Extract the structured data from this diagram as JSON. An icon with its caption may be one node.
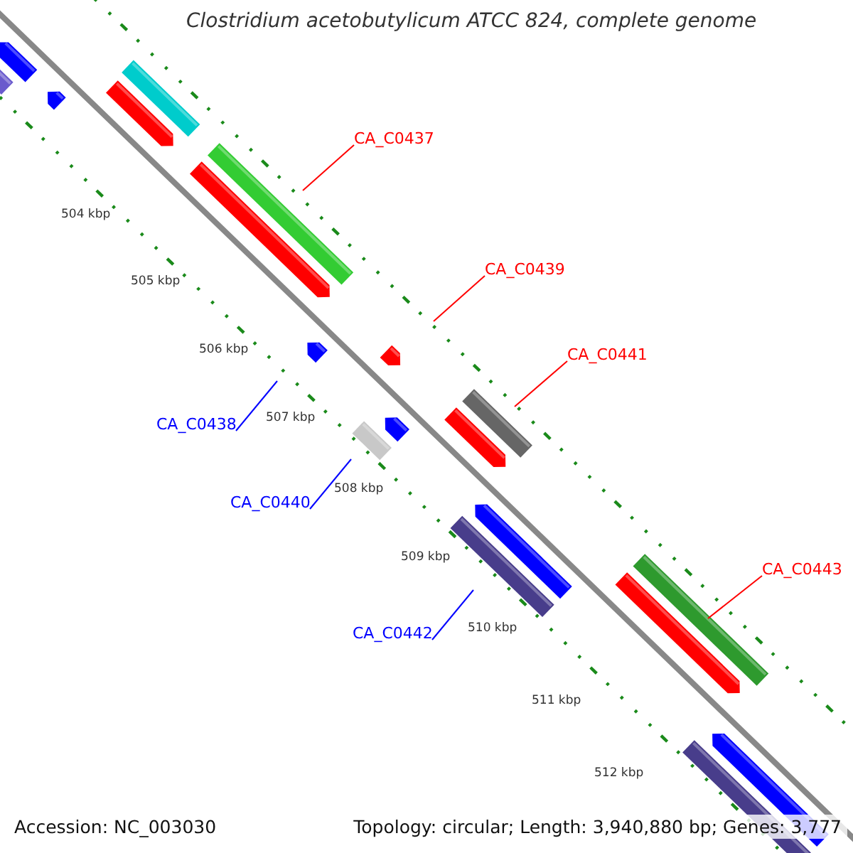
{
  "diagram": {
    "title": "Clostridium acetobutylicum ATCC 824, complete genome",
    "nodes": [
      {
        "text": [
          "CA_C0437"
        ]
      },
      {
        "text": [
          "CA_C0439"
        ]
      },
      {
        "text": [
          "CA_C0441"
        ]
      },
      {
        "text": [
          "CA_C0443"
        ]
      },
      {
        "text": [
          "CA_C0438"
        ]
      },
      {
        "text": [
          "CA_C0440"
        ]
      },
      {
        "text": [
          "CA_C0442"
        ]
      }
    ],
    "edges": [
      {
        "from": 0,
        "to": null,
        "arrow": "none",
        "color": "#ff0000"
      },
      {
        "from": 1,
        "to": null,
        "arrow": "none",
        "color": "#ff0000"
      },
      {
        "from": 2,
        "to": null,
        "arrow": "none",
        "color": "#ff0000"
      },
      {
        "from": 3,
        "to": null,
        "arrow": "none",
        "color": "#ff0000"
      },
      {
        "from": 4,
        "to": null,
        "arrow": "none",
        "color": "#0000ff"
      },
      {
        "from": 5,
        "to": null,
        "arrow": "none",
        "color": "#0000ff"
      },
      {
        "from": 6,
        "to": null,
        "arrow": "none",
        "color": "#0000ff"
      }
    ],
    "labels": [
      "504 kbp",
      "505 kbp",
      "506 kbp",
      "507 kbp",
      "508 kbp",
      "509 kbp",
      "510 kbp",
      "511 kbp",
      "512 kbp",
      "Accession: NC_003030",
      "Topology: circular; Length: 3,940,880 bp; Genes: 3,777"
    ]
  }
}
